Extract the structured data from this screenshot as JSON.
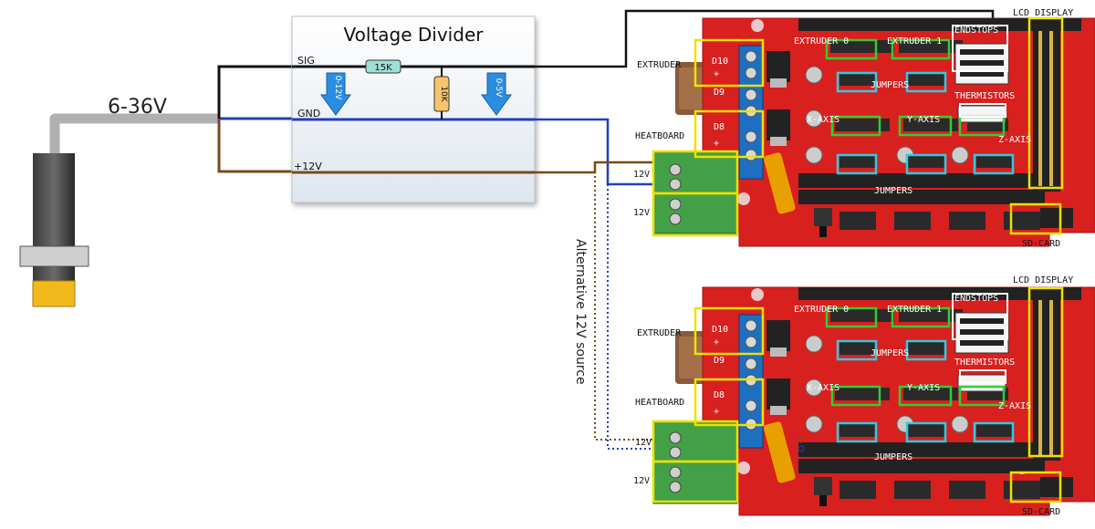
{
  "sensor": {
    "voltage_label": "6-36V"
  },
  "divider": {
    "title": "Voltage Divider",
    "rails": {
      "sig": "SIG",
      "gnd": "GND",
      "v12": "+12V"
    },
    "resistor_top": "15K",
    "resistor_mid": "10K",
    "arrow_left": "0-12V",
    "arrow_right": "0-5V"
  },
  "alt_source_label": "Alternative 12V source",
  "boards": [
    {
      "extruder": "EXTRUDER",
      "heatboard": "HEATBOARD",
      "pins": {
        "d10": "D10",
        "d9": "D9",
        "d8": "D8"
      },
      "input_12v_a": "12V",
      "input_12v_b": "12V",
      "extruder0": "EXTRUDER 0",
      "extruder1": "EXTRUDER 1",
      "endstops": "ENDSTOPS",
      "lcd": "LCD DISPLAY",
      "jumpers_top": "JUMPERS",
      "thermistors": "THERMISTORS",
      "x_axis": "X-AXIS",
      "y_axis": "Y-AXIS",
      "z_axis": "Z-AXIS",
      "jumpers_bottom": "JUMPERS",
      "sd_card": "SD-CARD",
      "plus": "+"
    },
    {
      "extruder": "EXTRUDER",
      "heatboard": "HEATBOARD",
      "pins": {
        "d10": "D10",
        "d9": "D9",
        "d8": "D8"
      },
      "input_12v_a": "12V",
      "input_12v_b": "12V",
      "extruder0": "EXTRUDER 0",
      "extruder1": "EXTRUDER 1",
      "endstops": "ENDSTOPS",
      "lcd": "LCD DISPLAY",
      "jumpers_top": "JUMPERS",
      "thermistors": "THERMISTORS",
      "x_axis": "X-AXIS",
      "y_axis": "Y-AXIS",
      "z_axis": "Z-AXIS",
      "jumpers_bottom": "JUMPERS",
      "sd_card": "SD-CARD",
      "plus": "+"
    }
  ],
  "colors": {
    "sig_wire": "#111111",
    "gnd_wire": "#1f3fbf",
    "v12_wire": "#7a4a1a",
    "board_red": "#d8201f",
    "highlight_yellow": "#f0e000",
    "highlight_green": "#33cc33",
    "highlight_cyan": "#33c8e0",
    "arrow_blue": "#2b8de0",
    "terminal_green": "#43a047",
    "sensor_yellow": "#f3b91c"
  }
}
